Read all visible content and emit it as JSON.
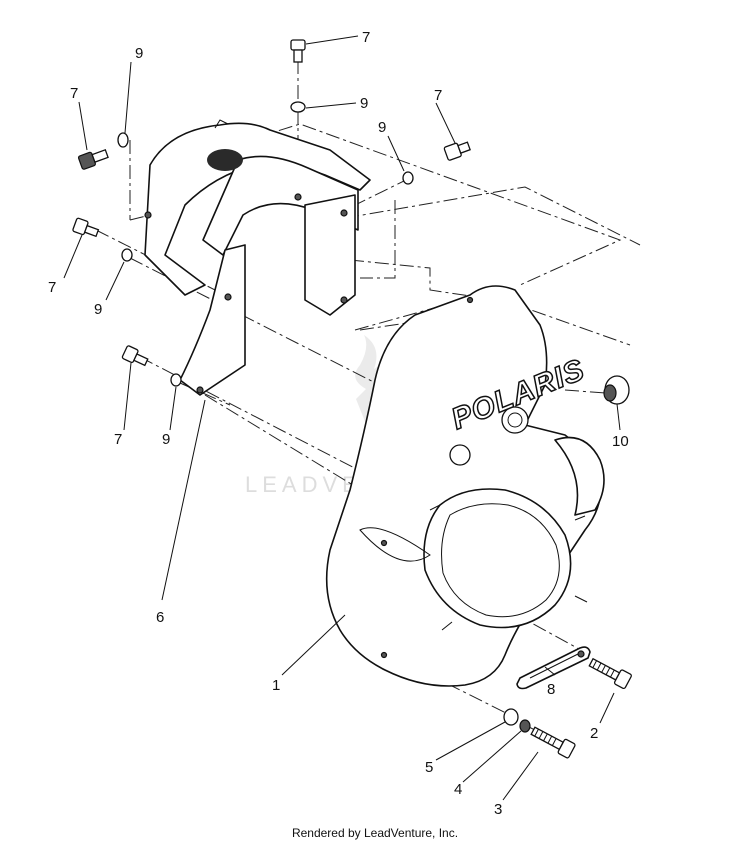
{
  "diagram": {
    "brand_text": "POLARIS",
    "watermark_text": "LEADVENTURE",
    "callouts": {
      "c1": "1",
      "c2": "2",
      "c3": "3",
      "c4": "4",
      "c5": "5",
      "c6": "6",
      "c7a": "7",
      "c7b": "7",
      "c7c": "7",
      "c7d": "7",
      "c7e": "7",
      "c8": "8",
      "c9a": "9",
      "c9b": "9",
      "c9c": "9",
      "c9d": "9",
      "c9e": "9",
      "c10": "10"
    }
  },
  "footer": {
    "text": "Rendered by LeadVenture, Inc."
  }
}
